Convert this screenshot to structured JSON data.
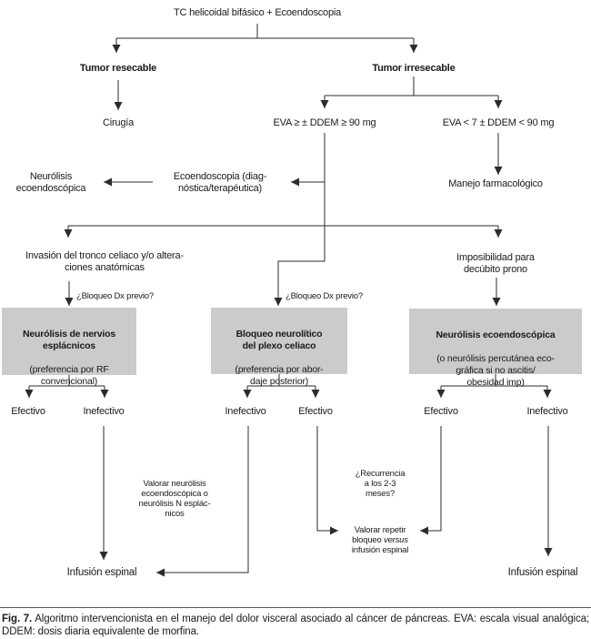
{
  "colors": {
    "box_fill": "#cbcbcb",
    "line": "#2b2b2b",
    "background": "#ffffff",
    "text": "#1a1a1a"
  },
  "nodes": {
    "title": "TC helicoidal bifásico + Ecoendoscopia",
    "tumor_resecable": "Tumor resecable",
    "tumor_irresecable": "Tumor irresecable",
    "cirugia": "Cirugía",
    "eva_high": "EVA ≥ ± DDEM ≥ 90 mg",
    "eva_low": "EVA < 7 ± DDEM < 90 mg",
    "neurolisis_eco": "Neurólisis\necoendoscópica",
    "ecoendoscopia": "Ecoendoscopia (diag-\nnóstica/terapéutica)",
    "manejo_farmacologico": "Manejo farmacológico",
    "invasion": "Invasión del tronco celiaco y/o altera-\nciones anatómicas",
    "imposibilidad": "Imposibilidad para\ndecúbito prono",
    "bloqueo_dx_left": "¿Bloqueo Dx previo?",
    "bloqueo_dx_mid": "¿Bloqueo Dx previo?",
    "box_esplacnicos_title": "Neurólisis de nervios\nesplácnicos",
    "box_esplacnicos_sub": "(preferencia por RF\nconvencional)",
    "box_plexo_title": "Bloqueo neurolítico\ndel plexo celiaco",
    "box_plexo_sub": "(preferencia por abor-\ndaje posterior)",
    "box_eco_title": "Neurólisis ecoendoscópica",
    "box_eco_sub": "(o neurólisis percutánea eco-\ngráfica si no ascitis/\nobesidad imp)",
    "efectivo_1": "Efectivo",
    "inefectivo_1": "Inefectivo",
    "inefectivo_2": "Inefectivo",
    "efectivo_2": "Efectivo",
    "efectivo_3": "Efectivo",
    "inefectivo_3": "Inefectivo",
    "valorar_neurolisis": "Valorar neurólisis\necoendoscópica o\nneurólisis N esplác-\nnicos",
    "recurrencia": "¿Recurrencia\na los 2-3\nmeses?",
    "valorar_repetir_pre": "Valorar repetir\nbloqueo ",
    "valorar_repetir_italic": "versus",
    "valorar_repetir_post": "\ninfusión espinal",
    "infusion_left": "Infusión espinal",
    "infusion_right": "Infusión espinal"
  },
  "caption": {
    "label": "Fig. 7.",
    "text": " Algoritmo intervencionista en el manejo del dolor visceral asociado al cáncer de páncreas. EVA: escala visual analógica; DDEM: dosis diaria equivalente de morfina."
  }
}
